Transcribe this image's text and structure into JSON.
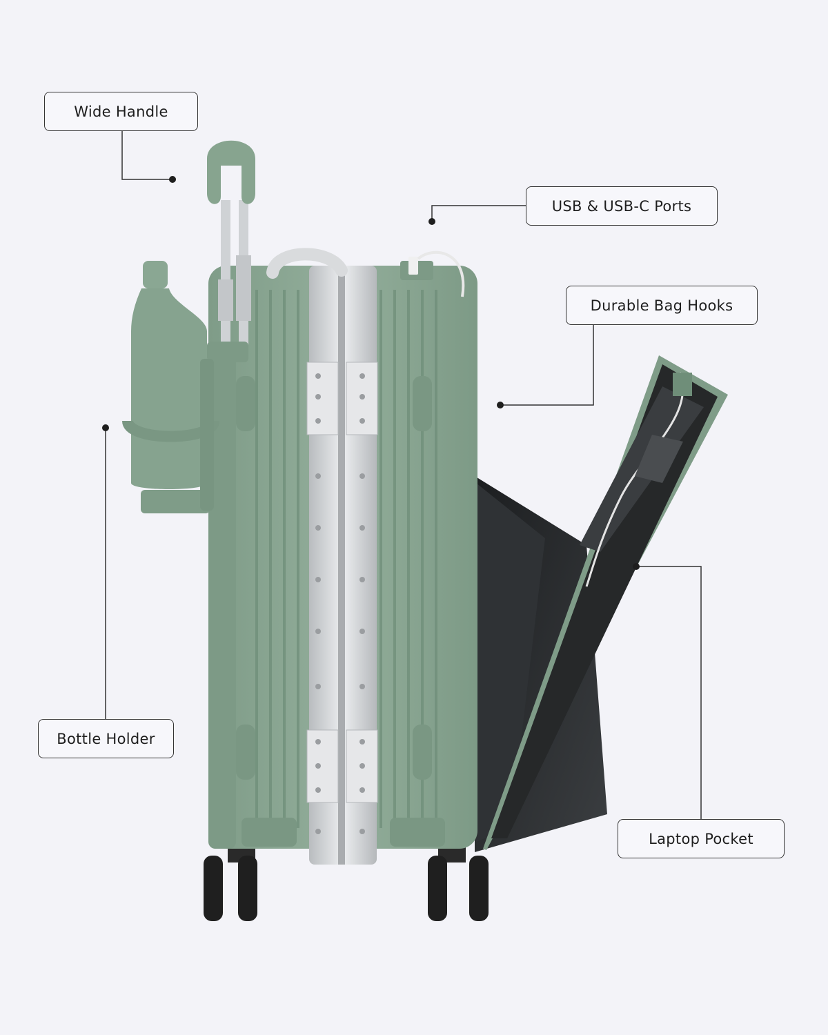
{
  "callouts": [
    {
      "id": "wide-handle",
      "label": "Wide Handle"
    },
    {
      "id": "usb-ports",
      "label": "USB & USB-C Ports"
    },
    {
      "id": "bag-hooks",
      "label": "Durable Bag Hooks"
    },
    {
      "id": "bottle-holder",
      "label": "Bottle Holder"
    },
    {
      "id": "laptop-pocket",
      "label": "Laptop Pocket"
    }
  ],
  "colors": {
    "background": "#f3f3f8",
    "shell": "#8aa793",
    "shell_dark": "#6f8e79",
    "aluminum": "#d4d6d8",
    "lining": "#2b2d2f",
    "wheel": "#1f1f1f",
    "leader_line": "#333333"
  }
}
